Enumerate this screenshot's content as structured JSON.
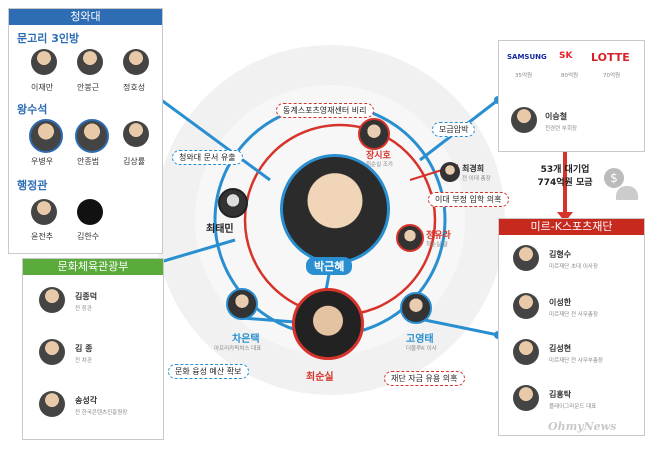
{
  "cheongwadae": {
    "title": "청와대",
    "group1": {
      "title": "문고리 3인방",
      "members": [
        {
          "name": "이재만"
        },
        {
          "name": "안봉근"
        },
        {
          "name": "정호성"
        }
      ]
    },
    "group2": {
      "title": "왕수석",
      "members": [
        {
          "name": "우병우"
        },
        {
          "name": "안종범"
        },
        {
          "name": "김상률"
        }
      ]
    },
    "group3": {
      "title": "행정관",
      "members": [
        {
          "name": "윤전추"
        },
        {
          "name": "김한수"
        }
      ]
    }
  },
  "ministry": {
    "title": "문화체육관광부",
    "members": [
      {
        "name": "김종덕",
        "role": "전 장관"
      },
      {
        "name": "김 종",
        "role": "전 차관"
      },
      {
        "name": "송성각",
        "role": "전 한국콘텐츠진흥원장"
      }
    ]
  },
  "conglomerates": {
    "logos": [
      {
        "name": "SAMSUNG",
        "amount": "35억원"
      },
      {
        "name": "SK",
        "amount": "80억원"
      },
      {
        "name": "LOTTE",
        "amount": "70억원"
      }
    ],
    "person": {
      "name": "이승철",
      "role": "전경련 부회장"
    }
  },
  "funding": {
    "line1": "53개 대기업",
    "line2": "774억원 모금"
  },
  "foundation": {
    "title": "미르-K스포츠재단",
    "members": [
      {
        "name": "김형수",
        "role": "미르재단 초대 이사장"
      },
      {
        "name": "이성한",
        "role": "미르재단 전 사무총장"
      },
      {
        "name": "김성현",
        "role": "미르재단 전 사무부총장"
      },
      {
        "name": "김홍탁",
        "role": "플레이그라운드 대표"
      }
    ]
  },
  "center": {
    "name": "박근혜"
  },
  "choi": {
    "name": "최순실"
  },
  "people": {
    "jang": {
      "name": "장시호",
      "role": "최순실 조카"
    },
    "choikh": {
      "name": "최경희",
      "role": "전 이대 총장"
    },
    "jung": {
      "name": "정유라",
      "role": "최순실 딸"
    },
    "choitm": {
      "name": "최태민"
    },
    "cha": {
      "name": "차은택",
      "role": "아프리카픽쳐스 대표"
    },
    "koh": {
      "name": "고영태",
      "role": "더블루K 이사"
    }
  },
  "allegations": {
    "sports_center": "동계스포츠영재센터 비리",
    "docs_leak": "청와대 문서 유출",
    "fundraising": "모금압박",
    "ewha": "이대 부정 입학 의혹",
    "culture_budget": "문화 융성 예산 확보",
    "fund_misuse": "재단 자금 유용 의혹"
  },
  "watermark": "OhmyNews",
  "colors": {
    "blue": "#2a8fd0",
    "red": "#d6332b",
    "green": "#5aaa3c",
    "navy": "#2e6db4"
  }
}
